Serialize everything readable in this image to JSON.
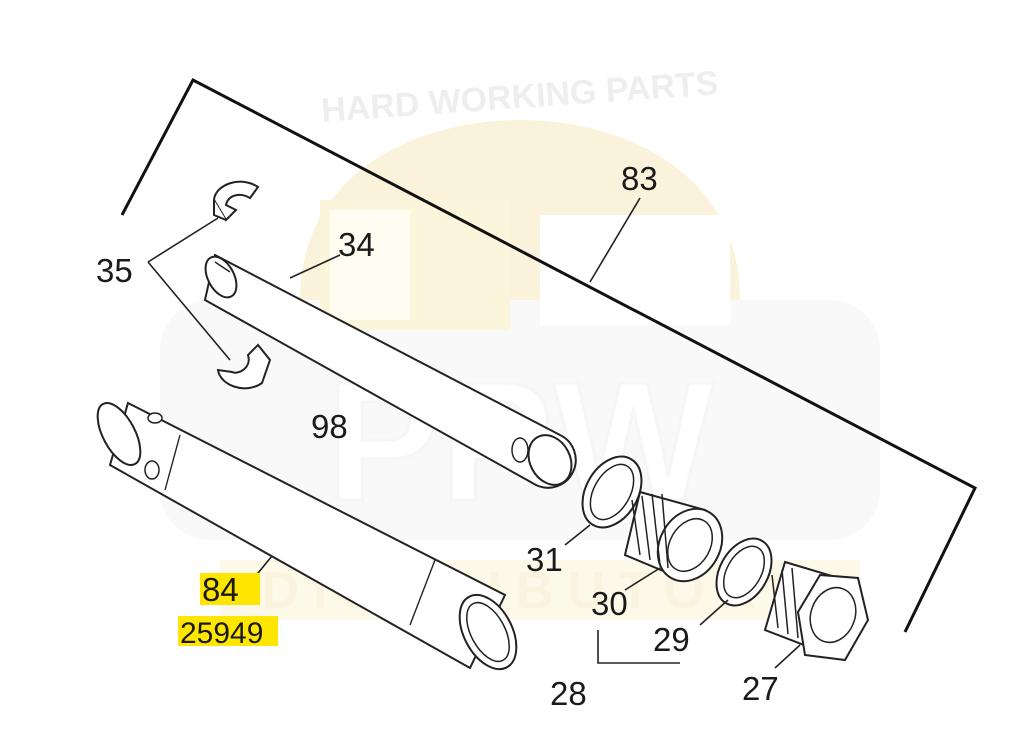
{
  "watermark": {
    "arc_text": "HARD WORKING PARTS",
    "logo": "PPW",
    "sub": "DISTRIBUTORS",
    "color": "#e8c96a"
  },
  "callouts": {
    "c83": "83",
    "c35": "35",
    "c34": "34",
    "c98": "98",
    "c31": "31",
    "c30": "30",
    "c29": "29",
    "c28": "28",
    "c27": "27",
    "c84": "84",
    "part_number": "25949"
  },
  "colors": {
    "highlight": "#ffe600",
    "line": "#222222"
  }
}
